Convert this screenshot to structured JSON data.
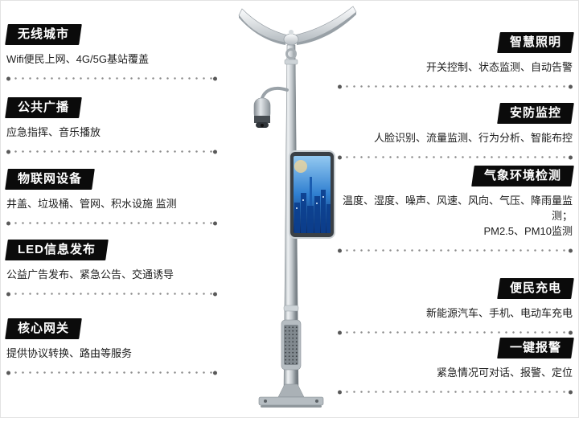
{
  "features_left": [
    {
      "title": "无线城市",
      "desc": "Wifi便民上网、4G/5G基站覆盖"
    },
    {
      "title": "公共广播",
      "desc": "应急指挥、音乐播放"
    },
    {
      "title": "物联网设备",
      "desc": "井盖、垃圾桶、管网、积水设施 监测"
    },
    {
      "title": "LED信息发布",
      "desc": "公益广告发布、紧急公告、交通诱导"
    },
    {
      "title": "核心网关",
      "desc": "提供协议转换、路由等服务"
    }
  ],
  "features_right": [
    {
      "title": "智慧照明",
      "desc": "开关控制、状态监测、自动告警"
    },
    {
      "title": "安防监控",
      "desc": "人脸识别、流量监测、行为分析、智能布控"
    },
    {
      "title": "气象环境检测",
      "desc": "温度、湿度、噪声、风速、风向、气压、降雨量监测；",
      "desc2": "PM2.5、PM10监测"
    },
    {
      "title": "便民充电",
      "desc": "新能源汽车、手机、电动车充电"
    },
    {
      "title": "一键报警",
      "desc": "紧急情况可对话、报警、定位"
    }
  ],
  "colors": {
    "title_box_bg": "#0b0b0b",
    "title_text": "#ffffff",
    "desc_text": "#1c1c1c",
    "dot_color": "#8a8a8a",
    "screen_blue": "#2f7fd0",
    "pole_silver": "#b6bdc2"
  }
}
